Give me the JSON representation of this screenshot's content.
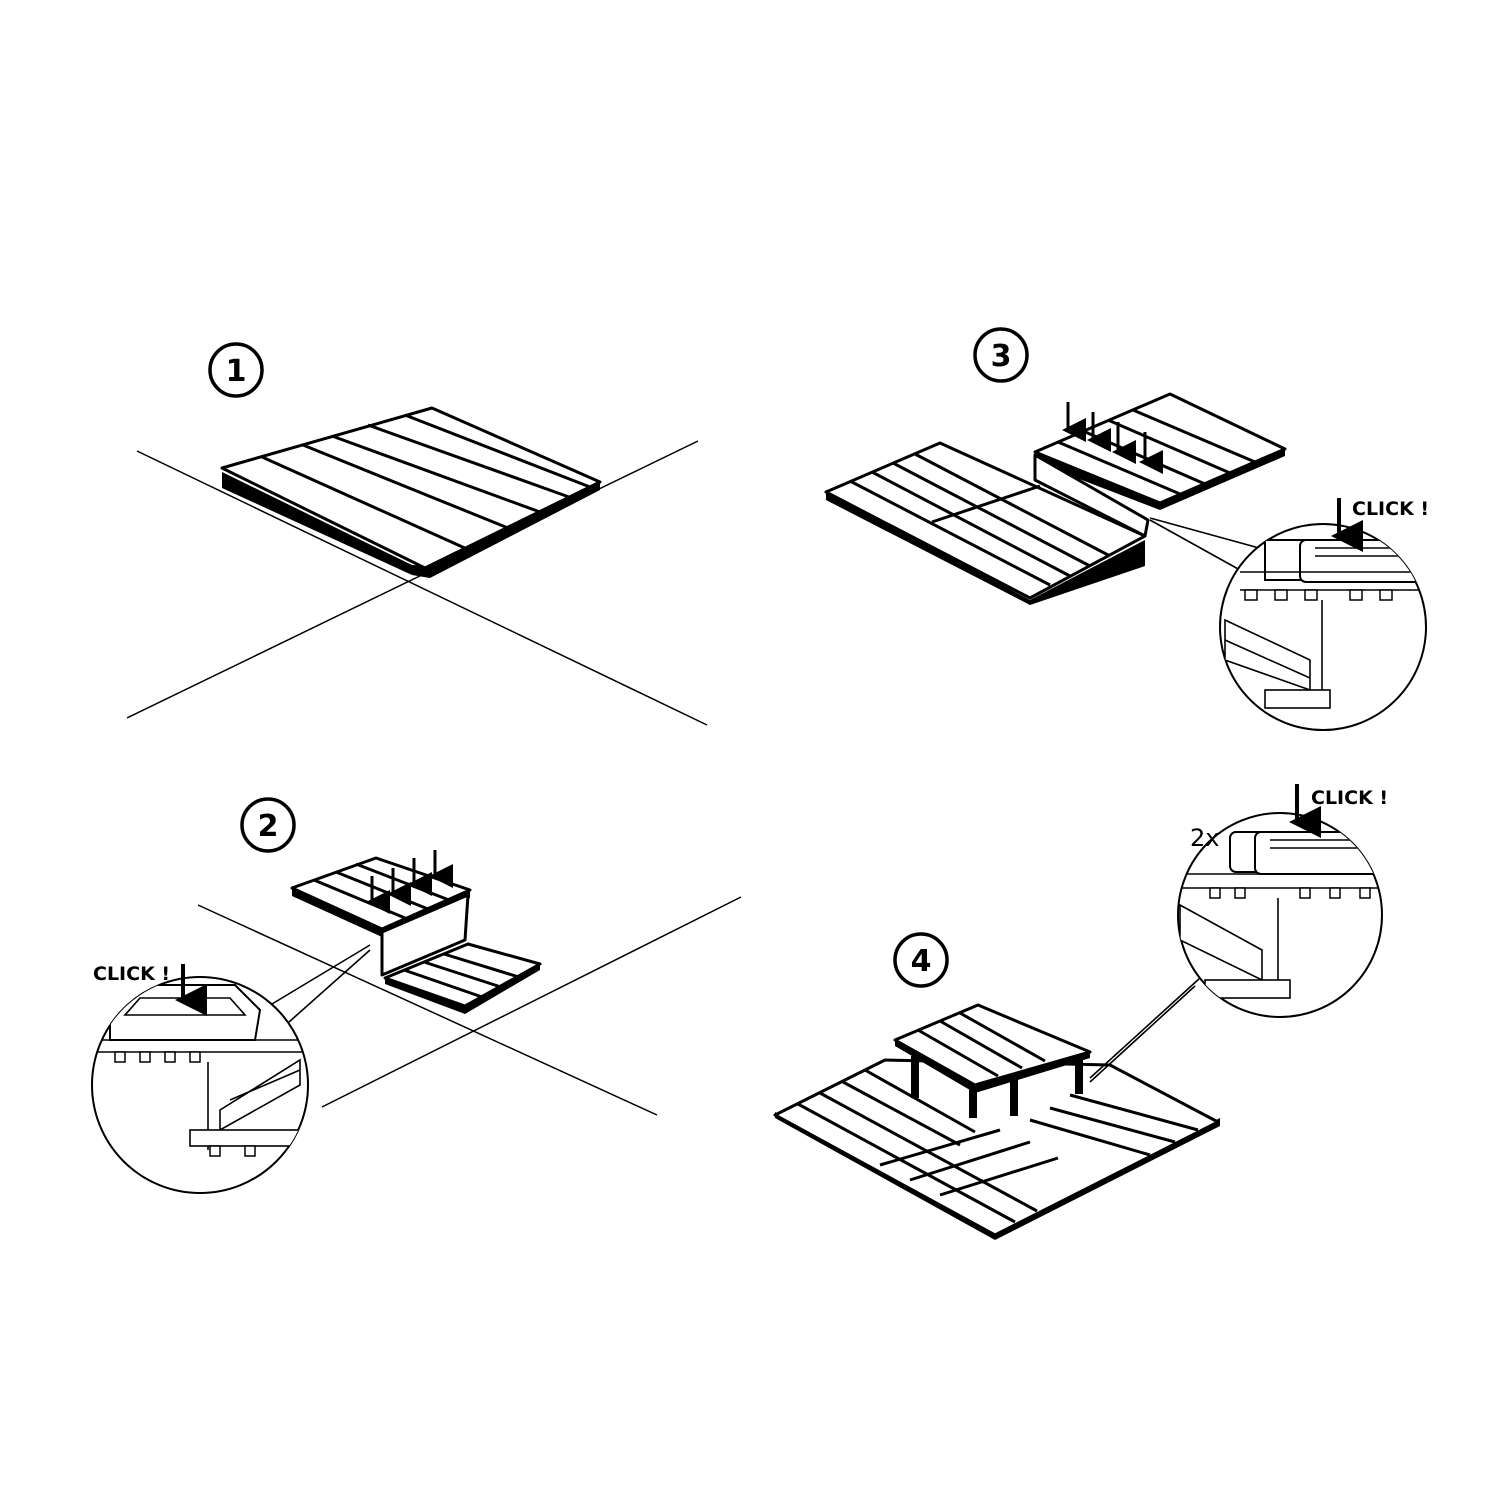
{
  "steps": [
    {
      "number": "1"
    },
    {
      "number": "2",
      "callout": "CLICK !"
    },
    {
      "number": "3",
      "callout": "CLICK !"
    },
    {
      "number": "4",
      "callout": "CLICK !",
      "multiplier": "2x"
    }
  ],
  "colors": {
    "ink": "#000000",
    "paper": "#ffffff"
  },
  "icons": [
    "arrow-down-icon",
    "step-number-circle"
  ]
}
